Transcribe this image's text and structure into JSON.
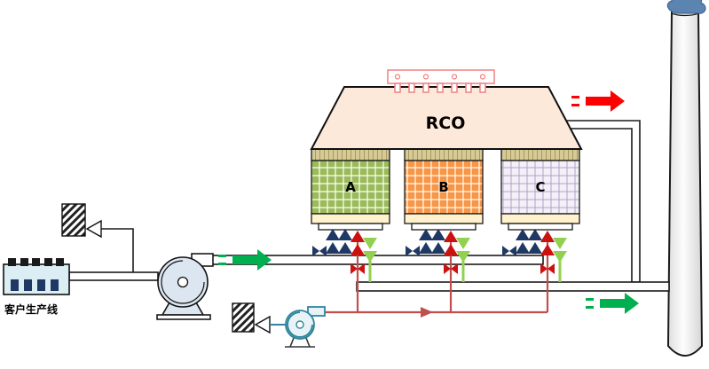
{
  "labels": {
    "rco": "RCO",
    "chamber_a": "A",
    "chamber_b": "B",
    "chamber_c": "C",
    "production_line": "客户生产线"
  },
  "colors": {
    "chamber_a": "#9bbb59",
    "chamber_b": "#f79646",
    "chamber_c": "#f3f0f8",
    "chamber_c_grid": "#b3a2c7",
    "rco_fill": "#fce9d9",
    "strip_top": "#d6cb96",
    "strip_bottom": "#fff2cc",
    "green_arrow": "#00b050",
    "light_green": "#92d050",
    "red_arrow": "#ff0000",
    "pipe_red": "#c0504d",
    "valve_red": "#cc1111",
    "navy": "#1f3864",
    "teal": "#31859c",
    "building_fill": "#daeef3",
    "fan_fill": "#dce6f1",
    "burner_stroke": "#f08080",
    "smoke": "#5b84b1",
    "chimney_fill": "#f2f2f2"
  },
  "icons": {
    "main_fan": "centrifugal-fan",
    "purge_fan": "small-centrifugal-fan",
    "fresh_air_damper": "hatched-damper-with-funnel",
    "burner": "burner-manifold",
    "stack": "exhaust-chimney",
    "smoke": "smoke-puff",
    "building": "factory-building",
    "valve": "bowtie-valve"
  }
}
